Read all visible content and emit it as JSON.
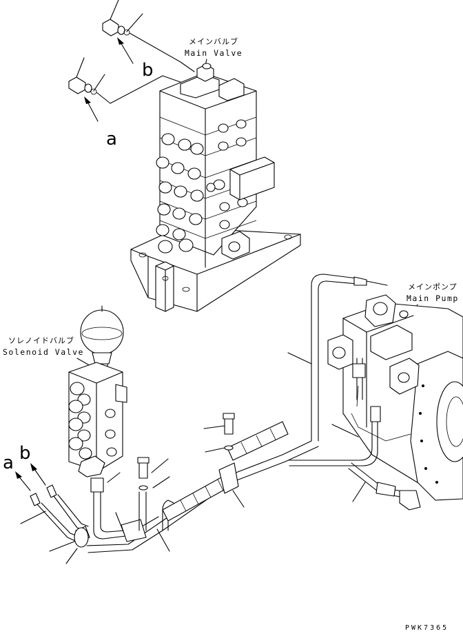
{
  "labels": {
    "main_valve_jp": "メインバルブ",
    "main_valve_en": "Main Valve",
    "main_pump_jp": "メインポンプ",
    "main_pump_en": "Main Pump",
    "solenoid_jp": "ソレノイドバルブ",
    "solenoid_en": "Solenoid Valve"
  },
  "callouts": {
    "a_top": "a",
    "b_top": "b",
    "a_left": "a",
    "b_left": "b"
  },
  "drawing_code": "PWK7365"
}
